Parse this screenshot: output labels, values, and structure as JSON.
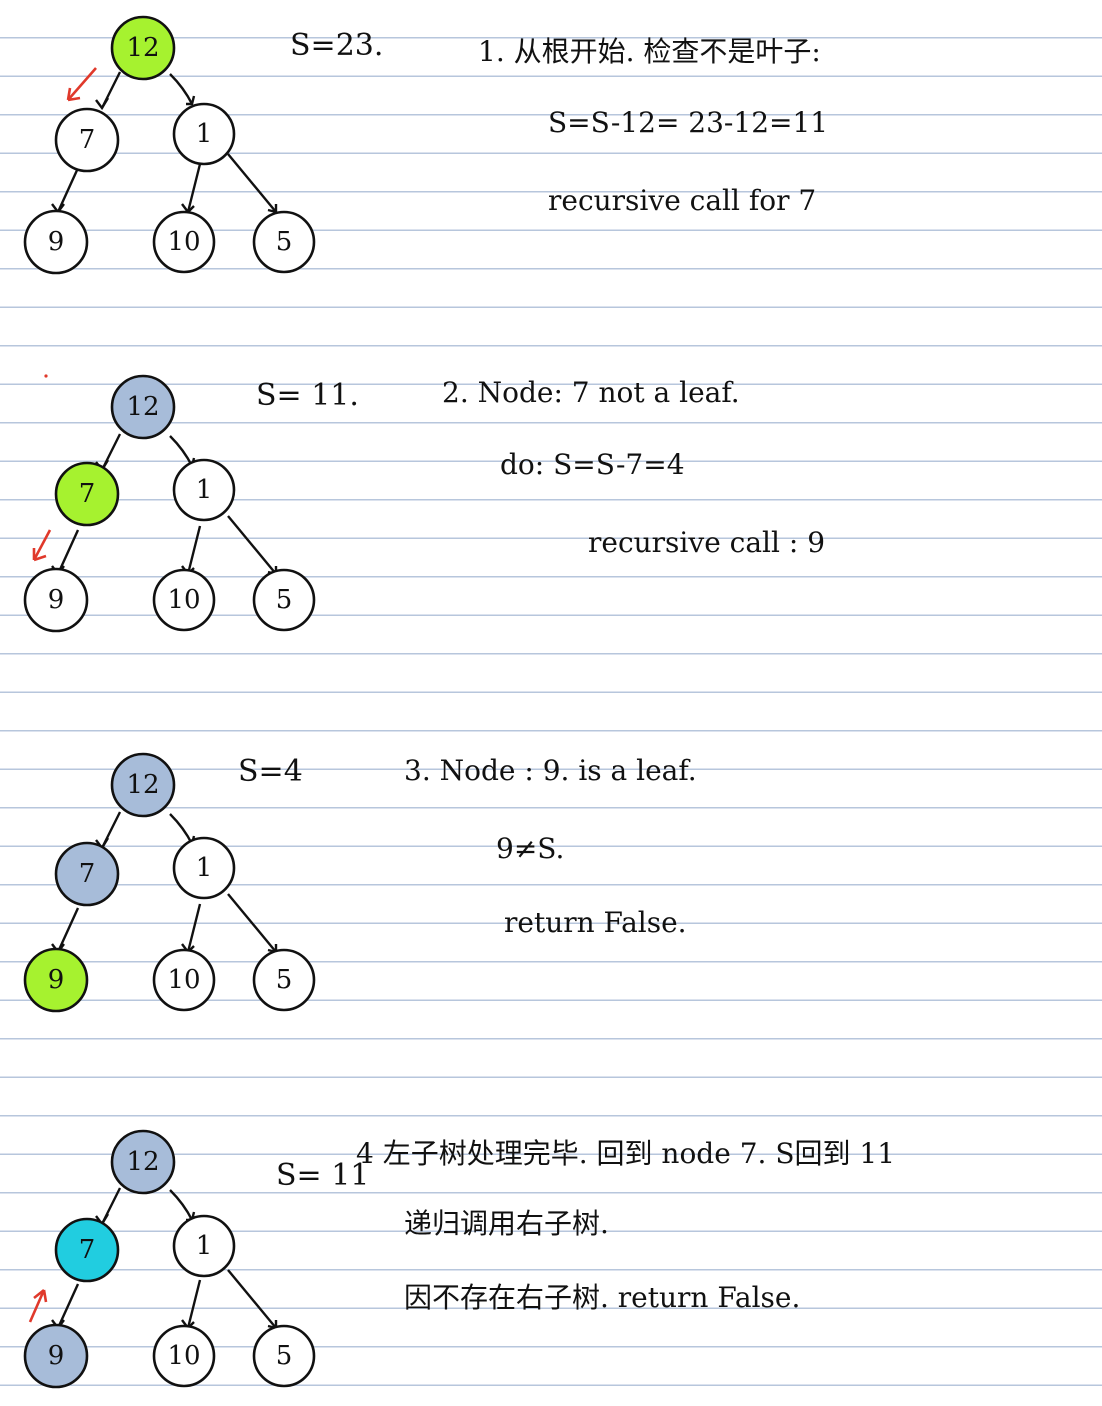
{
  "tree": {
    "nodes": [
      {
        "id": "root",
        "label": "12"
      },
      {
        "id": "n7",
        "label": "7"
      },
      {
        "id": "n1",
        "label": "1"
      },
      {
        "id": "n9",
        "label": "9"
      },
      {
        "id": "n10",
        "label": "10"
      },
      {
        "id": "n5",
        "label": "5"
      }
    ]
  },
  "colors": {
    "current": "#a6f22f",
    "visited": "#a7bcd9",
    "backtrack": "#21cde0",
    "unvisited": "#ffffff",
    "arrow": "#e0392b",
    "ruled_line": "#b7c6dc"
  },
  "steps": [
    {
      "s_label": "S=23.",
      "node_states": {
        "root": "current",
        "n7": "unvisited",
        "n1": "unvisited",
        "n9": "unvisited",
        "n10": "unvisited",
        "n5": "unvisited"
      },
      "arrow": "down",
      "lines": [
        "1. 从根开始. 检查不是叶子:",
        "S=S-12= 23-12=11",
        "recursive call for 7"
      ]
    },
    {
      "s_label": "S= 11.",
      "node_states": {
        "root": "visited",
        "n7": "current",
        "n1": "unvisited",
        "n9": "unvisited",
        "n10": "unvisited",
        "n5": "unvisited"
      },
      "arrow": "down",
      "lines": [
        "2. Node: 7  not a leaf.",
        "do:  S=S-7=4",
        "recursive  call : 9"
      ]
    },
    {
      "s_label": "S=4",
      "node_states": {
        "root": "visited",
        "n7": "visited",
        "n1": "unvisited",
        "n9": "current",
        "n10": "unvisited",
        "n5": "unvisited"
      },
      "arrow": "none",
      "lines": [
        "3. Node : 9. is a leaf.",
        "9≠S.",
        "return False."
      ]
    },
    {
      "s_label": "S= 11",
      "node_states": {
        "root": "visited",
        "n7": "backtrack",
        "n1": "unvisited",
        "n9": "visited",
        "n10": "unvisited",
        "n5": "unvisited"
      },
      "arrow": "up",
      "lines": [
        "4 左子树处理完毕. 回到 node 7. S回到 11",
        "递归调用右子树.",
        "因不存在右子树.  return False."
      ]
    }
  ]
}
